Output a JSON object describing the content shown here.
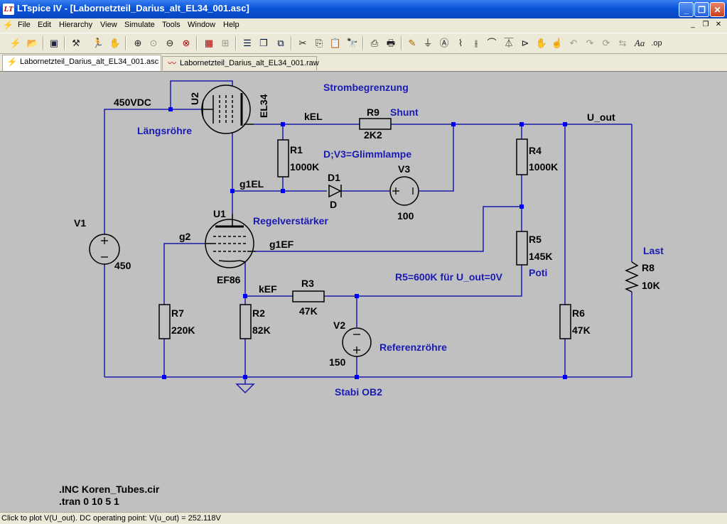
{
  "window": {
    "title": "LTspice IV - [Labornetzteil_Darius_alt_EL34_001.asc]",
    "controls": {
      "minimize": "_",
      "maximize": "❐",
      "close": "✕"
    }
  },
  "menu": {
    "items": [
      "File",
      "Edit",
      "Hierarchy",
      "View",
      "Simulate",
      "Tools",
      "Window",
      "Help"
    ],
    "mdi": {
      "minimize": "_",
      "restore": "❐",
      "close": "✕"
    }
  },
  "tabs": [
    {
      "label": "Labornetzteil_Darius_alt_EL34_001.asc",
      "icon": "schematic-icon",
      "active": true
    },
    {
      "label": "Labornetzteil_Darius_alt_EL34_001.raw",
      "icon": "waveform-icon",
      "active": false
    }
  ],
  "schematic": {
    "colors": {
      "wire": "#1a1aa8",
      "annotation": "#1a1ab4",
      "label": "#000000",
      "junction": "#0000ff",
      "background": "#c0c0c0"
    },
    "annotations": {
      "strombegrenzung": "Strombegrenzung",
      "laengsroehre": "Längsröhre",
      "regelverstaerker": "Regelverstärker",
      "shunt": "Shunt",
      "glimmlampe": "D;V3=Glimmlampe",
      "last": "Last",
      "poti": "Poti",
      "r5note": "R5=600K für U_out=0V",
      "referenzroehre": "Referenzröhre",
      "stabi": "Stabi OB2"
    },
    "nets": {
      "vdc450": "450VDC",
      "kEL": "kEL",
      "g1EL": "g1EL",
      "g2": "g2",
      "g1EF": "g1EF",
      "kEF": "kEF",
      "u_out": "U_out"
    },
    "components": {
      "U2": {
        "name": "U2",
        "value": "EL34"
      },
      "U1": {
        "name": "U1",
        "value": "EF86"
      },
      "V1": {
        "name": "V1",
        "value": "450"
      },
      "V2": {
        "name": "V2",
        "value": "150"
      },
      "V3": {
        "name": "V3",
        "value": "100"
      },
      "D1": {
        "name": "D1",
        "value": "D"
      },
      "R1": {
        "name": "R1",
        "value": "1000K"
      },
      "R2": {
        "name": "R2",
        "value": "82K"
      },
      "R3": {
        "name": "R3",
        "value": "47K"
      },
      "R4": {
        "name": "R4",
        "value": "1000K"
      },
      "R5": {
        "name": "R5",
        "value": "145K"
      },
      "R6": {
        "name": "R6",
        "value": "47K"
      },
      "R7": {
        "name": "R7",
        "value": "220K"
      },
      "R8": {
        "name": "R8",
        "value": "10K"
      },
      "R9": {
        "name": "R9",
        "value": "2K2"
      }
    },
    "directives": {
      "include": ".INC Koren_Tubes.cir",
      "tran": ".tran 0 10 5 1"
    }
  },
  "status": {
    "text": "Click to plot V(U_out).  DC operating point: V(u_out) = 252.118V"
  }
}
